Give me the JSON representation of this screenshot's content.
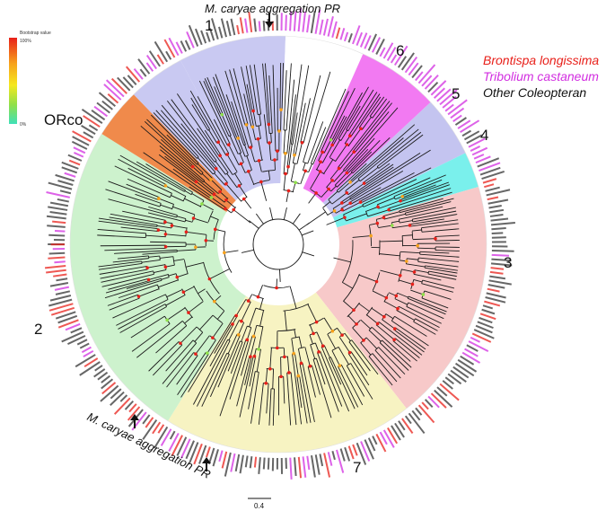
{
  "bootstrap_legend": {
    "title": "Bootstrap value",
    "max_label": "100%",
    "min_label": "0%",
    "gradient_colors": [
      "#e8201a",
      "#f7a21c",
      "#f5e81f",
      "#8fe04a",
      "#3fe0b8"
    ]
  },
  "clade_labels": [
    {
      "id": "1",
      "text": "1"
    },
    {
      "id": "2",
      "text": "2"
    },
    {
      "id": "3",
      "text": "3"
    },
    {
      "id": "4",
      "text": "4"
    },
    {
      "id": "5",
      "text": "5"
    },
    {
      "id": "6",
      "text": "6"
    },
    {
      "id": "7",
      "text": "7"
    },
    {
      "id": "orco",
      "text": "ORco"
    }
  ],
  "species_legend": [
    {
      "text": "Brontispa longissima",
      "color": "#e8201a"
    },
    {
      "text": "Tribolium castaneum",
      "color": "#d22ee0"
    },
    {
      "text": "Other Coleopteran",
      "color": "#111111"
    }
  ],
  "annotations": {
    "top_pr": "M. caryae aggregation PR",
    "bottom_pr": "M. caryae aggregation PR"
  },
  "scale_bar": {
    "label": "0.4"
  },
  "clade_colors": {
    "c1": "#c9c9f2",
    "orco": "#f08a4b",
    "c2": "#cdf2cd",
    "c7": "#f7f3c2",
    "c3": "#f7c9c9",
    "c4": "#7af0ec",
    "c5": "#c4c4f0",
    "c6": "#f27af2"
  }
}
